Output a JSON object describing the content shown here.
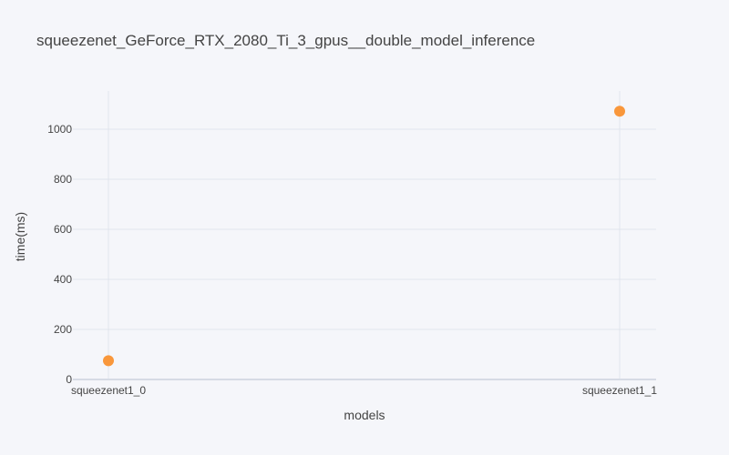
{
  "chart_data": {
    "type": "scatter",
    "title": "squeezenet_GeForce_RTX_2080_Ti_3_gpus__double_model_inference",
    "xlabel": "models",
    "ylabel": "time(ms)",
    "categories": [
      "squeezenet1_0",
      "squeezenet1_1"
    ],
    "values": [
      75,
      1072
    ],
    "ylim": [
      0,
      1100
    ],
    "yticks": [
      0,
      200,
      400,
      600,
      800,
      1000
    ],
    "grid": true,
    "marker_color": "#f9973b"
  }
}
